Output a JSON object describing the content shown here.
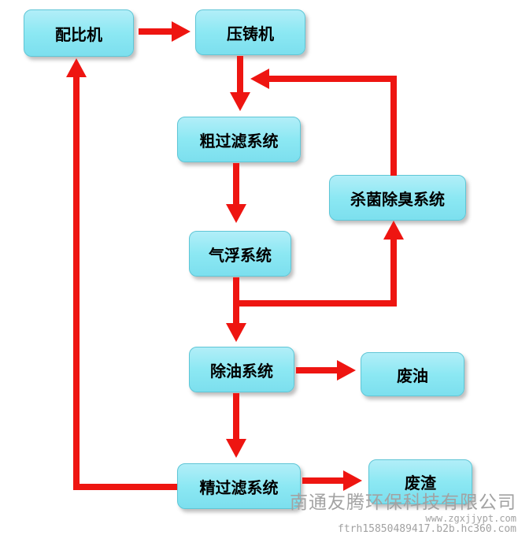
{
  "diagram": {
    "type": "flowchart"
  },
  "nodes": {
    "peibiji": {
      "label": "配比机"
    },
    "yazhuji": {
      "label": "压铸机"
    },
    "cuguolv": {
      "label": "粗过滤系统"
    },
    "qifu": {
      "label": "气浮系统"
    },
    "shajunchuchou": {
      "label": "杀菌除臭系统"
    },
    "chuyou": {
      "label": "除油系统"
    },
    "feiyou": {
      "label": "废油"
    },
    "jingguolv": {
      "label": "精过滤系统"
    },
    "feizha": {
      "label": "废渣"
    }
  },
  "edges": [
    {
      "from": "配比机",
      "to": "压铸机"
    },
    {
      "from": "压铸机",
      "to": "粗过滤系统"
    },
    {
      "from": "粗过滤系统",
      "to": "气浮系统"
    },
    {
      "from": "气浮系统",
      "to": "除油系统"
    },
    {
      "from": "气浮系统",
      "to": "杀菌除臭系统"
    },
    {
      "from": "杀菌除臭系统",
      "to": "压铸机"
    },
    {
      "from": "除油系统",
      "to": "废油"
    },
    {
      "from": "除油系统",
      "to": "精过滤系统"
    },
    {
      "from": "精过滤系统",
      "to": "废渣"
    },
    {
      "from": "精过滤系统",
      "to": "配比机"
    }
  ],
  "watermark": {
    "company": "南通友腾环保科技有限公司",
    "site": "www.zgxjjypt.com",
    "contact": "ftrh15850489417.b2b.hc360.com"
  },
  "colors": {
    "node_fill": "#8ce8f3",
    "arrow": "#ee1511"
  }
}
